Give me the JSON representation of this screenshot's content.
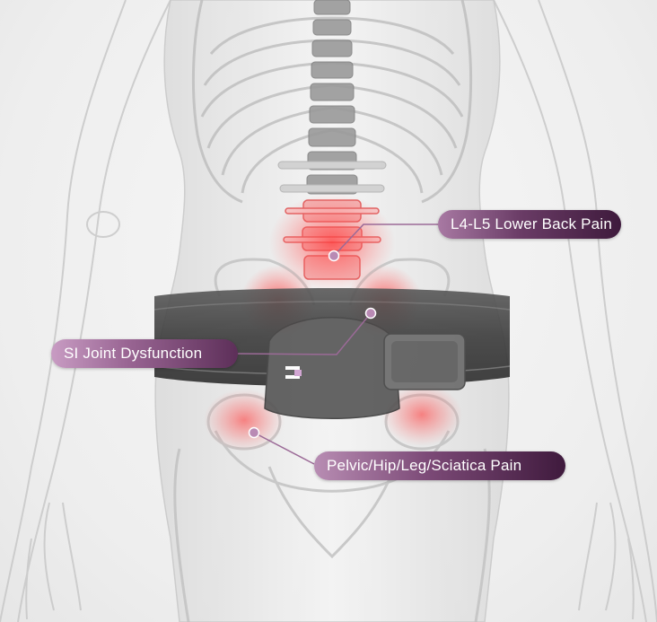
{
  "image": {
    "accent_color": "#5b2d57",
    "pain_color": "#ff4a4a",
    "brace_color": "#4a4a4a"
  },
  "callouts": {
    "lower_back": "L4-L5 Lower Back Pain",
    "si_joint": "SI Joint Dysfunction",
    "pelvic": "Pelvic/Hip/Leg/Sciatica Pain"
  }
}
